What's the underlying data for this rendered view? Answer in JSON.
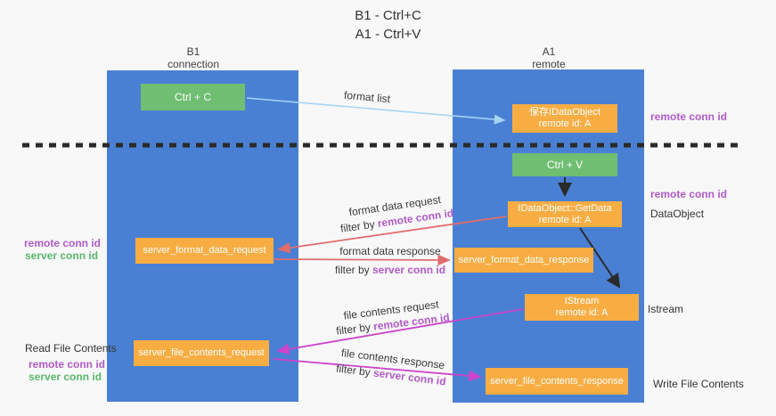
{
  "title": {
    "line1": "B1 - Ctrl+C",
    "line2": "A1 - Ctrl+V"
  },
  "columns": {
    "left": {
      "id": "B1",
      "role": "connection"
    },
    "right": {
      "id": "A1",
      "role": "remote"
    }
  },
  "nodes": {
    "ctrl_c": "Ctrl + C",
    "ctrl_v": "Ctrl + V",
    "save_dataobject": {
      "line1": "保存IDataObject",
      "line2": "remote id: A"
    },
    "getdata": {
      "line1": "IDataObject::GetData",
      "line2": "remote id: A"
    },
    "istream": {
      "line1": "IStream",
      "line2": "remote id: A"
    },
    "format_request": "server_format_data_request",
    "format_response": "server_format_data_response",
    "file_request": "server_file_contents_request",
    "file_response": "server_file_contents_response"
  },
  "side_labels": {
    "right_remote_conn_id_top": "remote conn id",
    "right_remote_conn_id_mid": "remote conn id",
    "dataobject": "DataObject",
    "istream": "Istream",
    "write_file_contents": "Write File Contents",
    "left_remote_conn_id_mid": "remote conn id",
    "left_server_conn_id_mid": "server conn id",
    "read_file_contents": "Read File Contents",
    "left_remote_conn_id_bottom": "remote conn id",
    "left_server_conn_id_bottom": "server conn id"
  },
  "arrow_labels": {
    "format_list": "format list",
    "format_request": {
      "text": "format data request",
      "filter_prefix": "filter by",
      "filter_key": "remote conn id"
    },
    "format_response": {
      "text": "format data response",
      "filter_prefix": "filter by",
      "filter_key": "server conn id"
    },
    "file_request": {
      "text": "file contents request",
      "filter_prefix": "filter by",
      "filter_key": "remote conn id"
    },
    "file_response": {
      "text": "file contents response",
      "filter_prefix": "filter by",
      "filter_key": "server conn id"
    }
  },
  "colors": {
    "column_blue": "#4a80d3",
    "box_green": "#6fbe72",
    "box_orange": "#f8ad43",
    "arrow_lightblue": "#a6d4f5",
    "arrow_red": "#e06c6c",
    "arrow_magenta": "#cc44cc",
    "arrow_black": "#2a2a2a",
    "label_purple": "#b05ac8",
    "label_green": "#58b868",
    "dashed_separator": "#2a2a2a",
    "background": "#f8f8f9"
  }
}
